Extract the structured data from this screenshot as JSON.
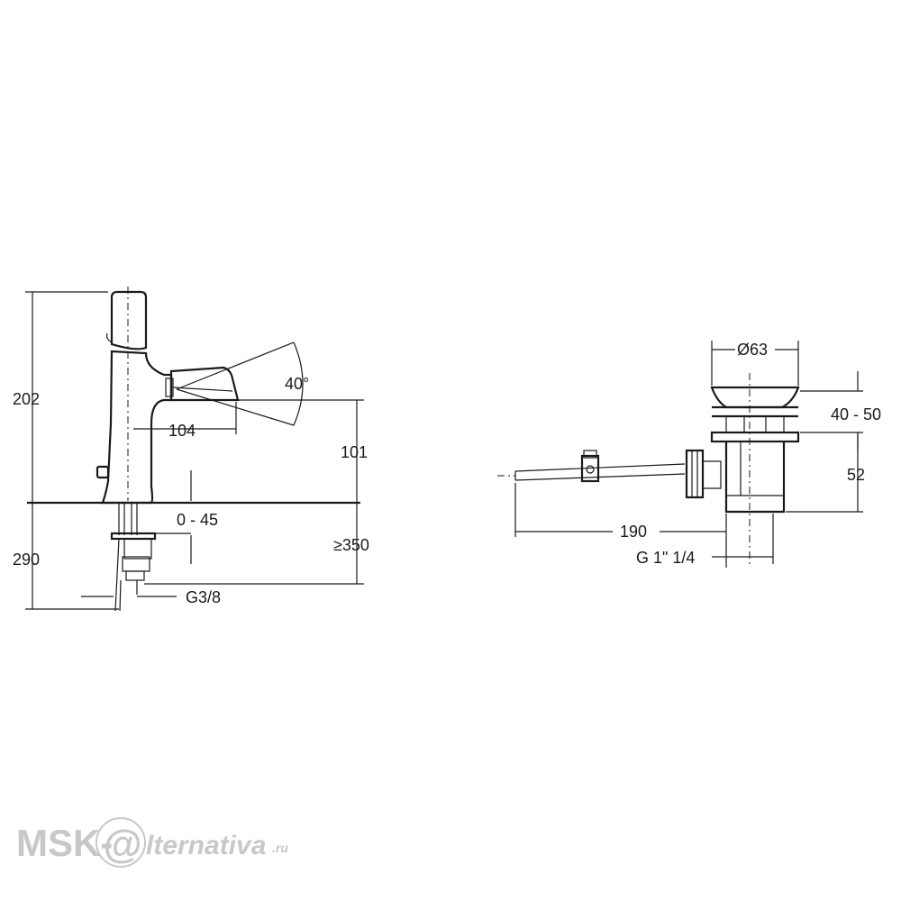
{
  "faucet_dimensions": {
    "total_height": "202",
    "below_deck": "290",
    "spout_reach": "104",
    "spout_angle": "40°",
    "spout_height": "101",
    "deck_thickness": "0 - 45",
    "min_supply": "≥350",
    "connection": "G3/8"
  },
  "waste_dimensions": {
    "diameter": "Ø63",
    "flange_range": "40 - 50",
    "body_height": "52",
    "rod_length": "190",
    "thread": "G 1\" 1/4"
  },
  "watermark": {
    "prefix": "MSK-",
    "at": "@",
    "suffix": "lternativa",
    "domain": ".ru"
  }
}
